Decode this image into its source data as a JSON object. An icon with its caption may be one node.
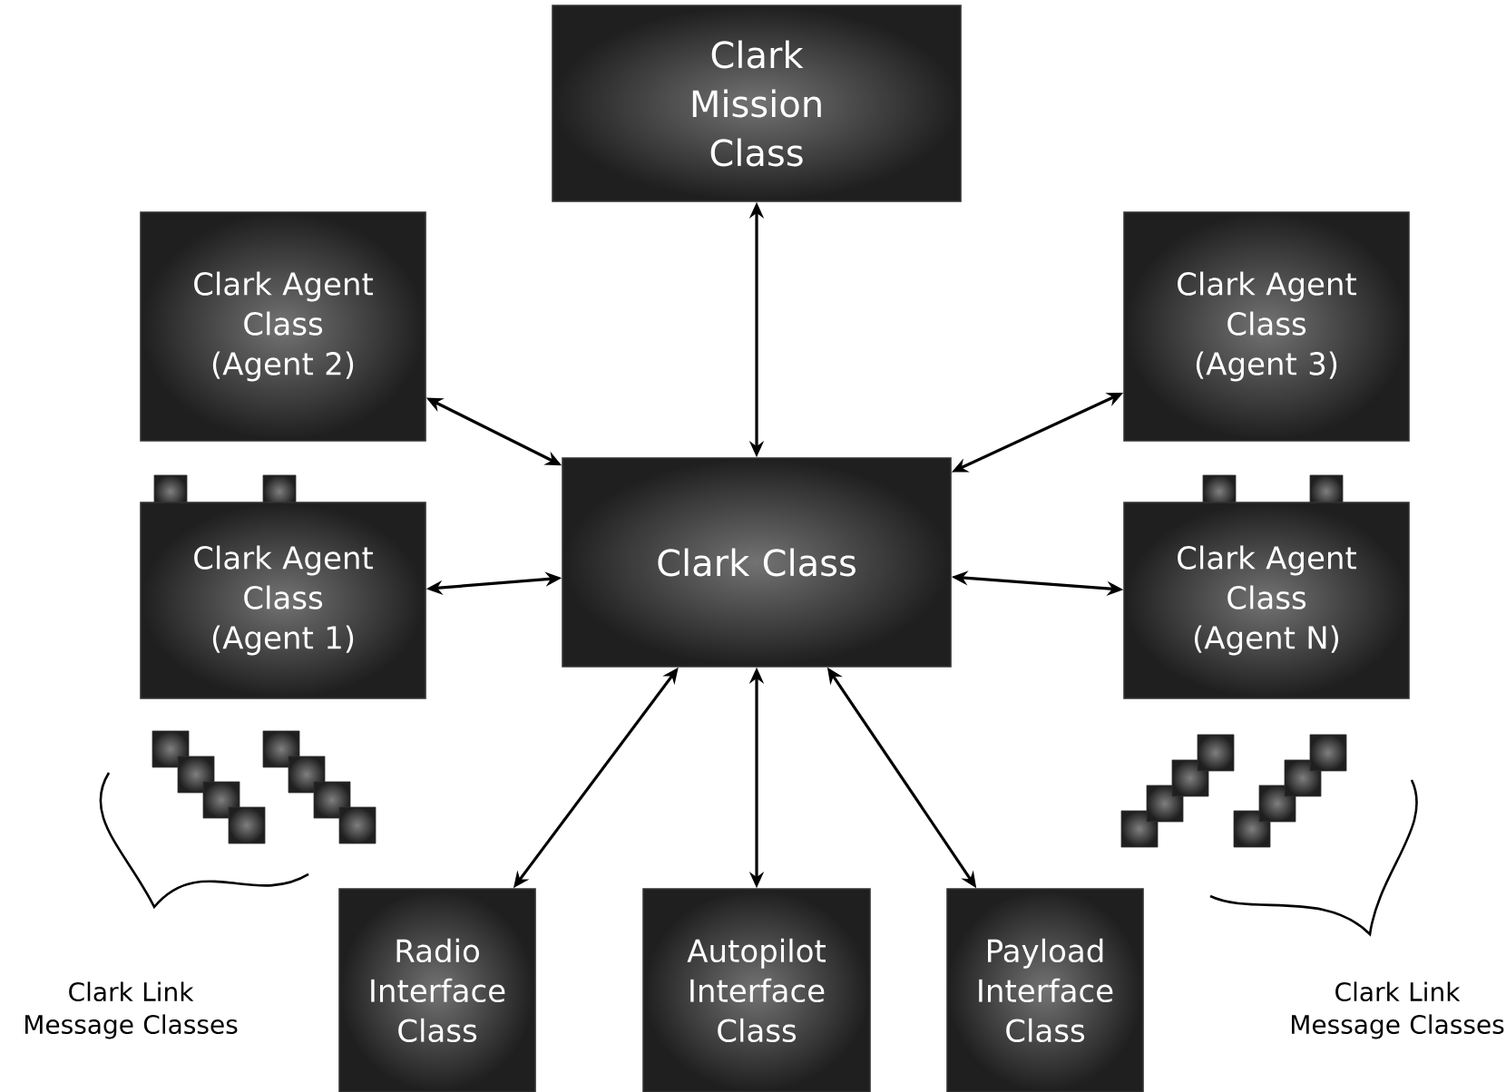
{
  "diagram": {
    "nodes": [
      {
        "text": [
          "Clark Mission Class"
        ]
      },
      {
        "text": [
          "Clark Agent Class (Agent 2)"
        ]
      },
      {
        "text": [
          "Clark Agent Class (Agent 3)"
        ]
      },
      {
        "text": [
          "Clark Class"
        ]
      },
      {
        "text": [
          "Clark Agent Class (Agent 1)"
        ]
      },
      {
        "text": [
          "Clark Agent Class (Agent N)"
        ]
      },
      {
        "text": [
          "Radio Interface Class"
        ]
      },
      {
        "text": [
          "Autopilot Interface Class"
        ]
      },
      {
        "text": [
          "Payload Interface Class"
        ]
      }
    ],
    "edges": [
      {
        "from": 3,
        "to": 0,
        "arrow": "both"
      },
      {
        "from": 3,
        "to": 1,
        "arrow": "both"
      },
      {
        "from": 3,
        "to": 2,
        "arrow": "both"
      },
      {
        "from": 3,
        "to": 4,
        "arrow": "both"
      },
      {
        "from": 3,
        "to": 5,
        "arrow": "both"
      },
      {
        "from": 3,
        "to": 6,
        "arrow": "both"
      },
      {
        "from": 3,
        "to": 7,
        "arrow": "both"
      },
      {
        "from": 3,
        "to": 8,
        "arrow": "both"
      }
    ],
    "labels": [
      "Clark Link Message Classes",
      "Clark Link Message Classes"
    ]
  }
}
